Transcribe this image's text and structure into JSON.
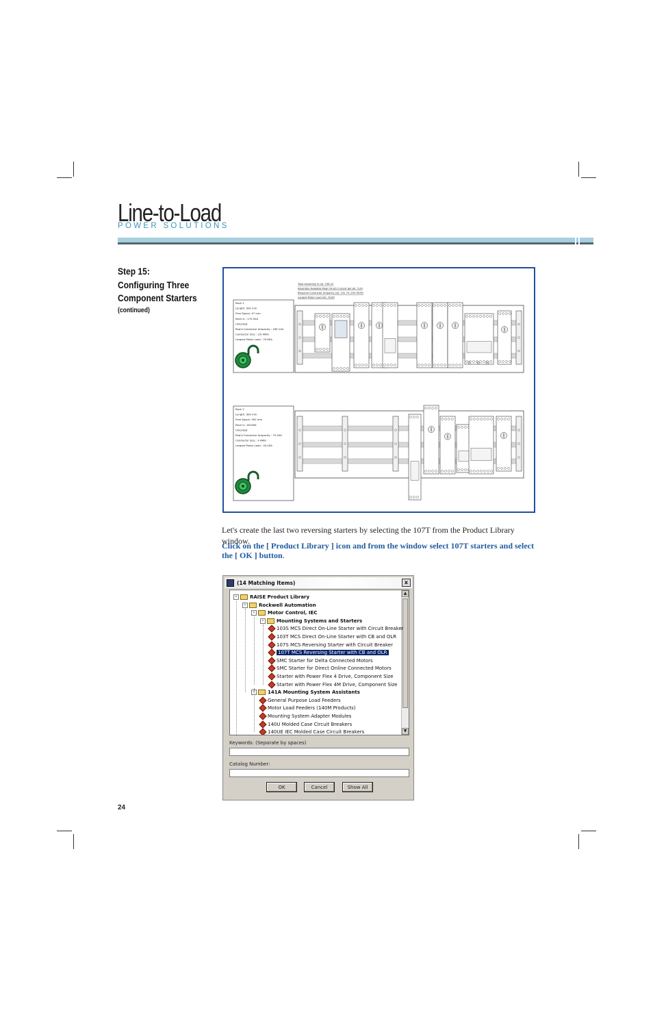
{
  "header": {
    "brand_name": "Line-to-Load",
    "brand_sub": "POWER SOLUTIONS"
  },
  "step": {
    "title_line1": "Step 15:",
    "title_line2": "Configuring Three",
    "title_line3": "Component Starters",
    "subtitle": "(continued)"
  },
  "figure": {
    "header_notes": [
      "Total Assembly Is (A): 236.10",
      "Assembly Available Peak Inrush Current Ipk (A): 5.00",
      "Required Conductor Ampacity (A): 231.75 (230 MCM)",
      "Largest Motor Load (A): 70.60"
    ],
    "rack1": {
      "lines": [
        "Rack 1",
        "Length: 900 mm",
        "Free Space: 47 mm",
        "Rack Is : 170.50A",
        "Unlocked",
        "Req'd Conductor Ampacity : 169.10A",
        "Conductor Size : 1/0 AWG",
        "Largest Motor Load : 70.60A"
      ]
    },
    "rack2": {
      "lines": [
        "Rack 2",
        "Length: 900 mm",
        "Free Space: 350 mm",
        "Rack Is : 60.60A",
        "Unlocked",
        "Req'd Conductor Ampacity : 75.50A",
        "Conductor Size : 4 AWG",
        "Largest Motor Load : 40.00A"
      ]
    },
    "terminal_labels": [
      "T1",
      "T2",
      "T3"
    ]
  },
  "body": {
    "paragraph": "Let's create the last two reversing starters by selecting the 107T from the Product Library window.",
    "instruction_bold": "Click on the [ Product Library ] icon and from the window select 107T starters and select the [ OK ] button",
    "instruction_end": "."
  },
  "dialog": {
    "title": "(14 Matching Items)",
    "close_glyph": "x",
    "tree": [
      {
        "label": "RAISE Product Library",
        "level": 0,
        "kind": "folder",
        "expander": "-"
      },
      {
        "label": "Rockwell Automation",
        "level": 1,
        "kind": "folder",
        "expander": "-"
      },
      {
        "label": "Motor Control, IEC",
        "level": 2,
        "kind": "folder",
        "expander": "-"
      },
      {
        "label": "Mounting Systems and Starters",
        "level": 3,
        "kind": "folder",
        "expander": "-"
      },
      {
        "label": "103S MCS Direct On-Line Starter with Circuit Breaker",
        "level": 4,
        "kind": "item"
      },
      {
        "label": "103T MCS Direct On-Line Starter with CB and OLR",
        "level": 4,
        "kind": "item"
      },
      {
        "label": "107S MCS Reversing Starter with Circuit Breaker",
        "level": 4,
        "kind": "item"
      },
      {
        "label": "107T MCS Reversing Starter with CB and OLR",
        "level": 4,
        "kind": "item",
        "selected": true
      },
      {
        "label": "SMC Starter for Delta Connected Motors",
        "level": 4,
        "kind": "item"
      },
      {
        "label": "SMC Starter for Direct Online Connected Motors",
        "level": 4,
        "kind": "item"
      },
      {
        "label": "Starter with Power Flex 4 Drive, Component Size",
        "level": 4,
        "kind": "item"
      },
      {
        "label": "Starter with Power Flex 4M Drive, Component Size",
        "level": 4,
        "kind": "item"
      },
      {
        "label": "141A Mounting System Assistants",
        "level": 2,
        "kind": "folder",
        "expander": "-"
      },
      {
        "label": "General Purpose Load Feeders",
        "level": 3,
        "kind": "item"
      },
      {
        "label": "Motor Load Feeders (140M Products)",
        "level": 3,
        "kind": "item"
      },
      {
        "label": "Mounting System Adapter Modules",
        "level": 3,
        "kind": "item"
      },
      {
        "label": "140U Molded Case Circuit Breakers",
        "level": 3,
        "kind": "item"
      },
      {
        "label": "140UE IEC Molded Case Circuit Breakers",
        "level": 3,
        "kind": "item"
      }
    ],
    "keywords_label": "Keywords: (Separate by spaces)",
    "keywords_value": "",
    "catalog_label": "Catalog Number:",
    "catalog_value": "",
    "ok_label": "OK",
    "cancel_label": "Cancel",
    "showall_label": "Show All"
  },
  "footer": {
    "page_number": "24"
  },
  "colors": {
    "accent_blue": "#1f5aa0",
    "frame_blue": "#1f4f9e",
    "header_bar_light": "#a8cfe0",
    "header_bar_dark": "#546470",
    "selection": "#0a246a"
  }
}
